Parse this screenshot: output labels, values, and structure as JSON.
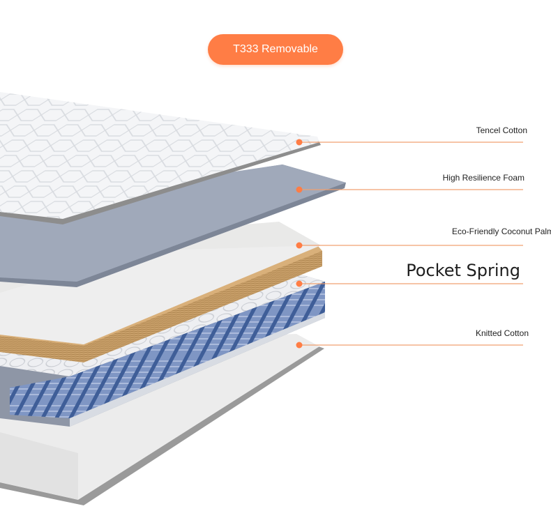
{
  "badge": {
    "text": "T333 Removable"
  },
  "layers": [
    {
      "label": "Tencel Cotton"
    },
    {
      "label": "High Resilience Foam"
    },
    {
      "label": "Eco-Friendly Coconut Palm"
    },
    {
      "label": "Pocket Spring"
    },
    {
      "label": "Knitted Cotton"
    }
  ],
  "colors": {
    "accent": "#ff7d45",
    "leader_line": "#f0a070",
    "top_fabric": "#f3f4f6",
    "foam": "#9ea7b8",
    "coir": "#c9a06a",
    "spring": "#4b6aa3",
    "base_fabric": "#ececec"
  }
}
